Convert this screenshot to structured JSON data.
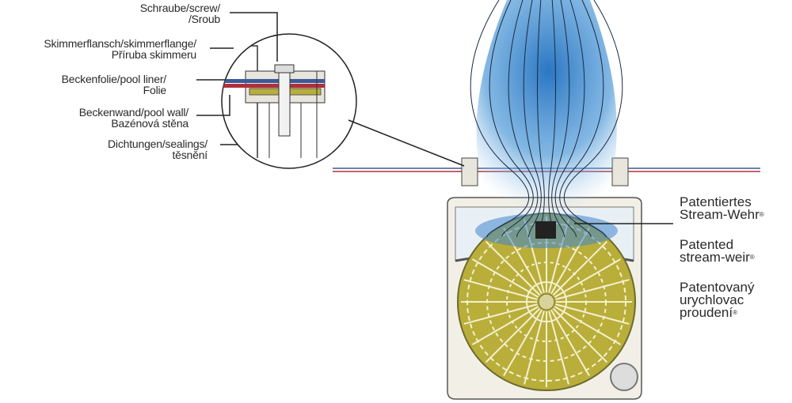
{
  "labels": {
    "screw": [
      "Schraube/screw/",
      "/Sroub"
    ],
    "flange": [
      "Skimmerflansch/skimmerflange/",
      "Příruba skimmeru"
    ],
    "liner": [
      "Beckenfolie/pool liner/",
      "Folie"
    ],
    "wall": [
      "Beckenwand/pool wall/",
      "Bazénová stěna"
    ],
    "sealings": [
      "Dichtungen/sealings/",
      "těsnění"
    ]
  },
  "weir": {
    "de": [
      "Patentiertes",
      "Stream-Wehr"
    ],
    "en": [
      "Patented",
      "stream-weir"
    ],
    "cz": [
      "Patentovaný",
      "urychlovac",
      "proudení"
    ],
    "mark": "®"
  },
  "colors": {
    "water": "#2f7fc8",
    "basket": "#b9ae3a",
    "liner_red": "#b0303a",
    "liner_blue": "#3a5a9a",
    "body": "#f2f0e6"
  }
}
